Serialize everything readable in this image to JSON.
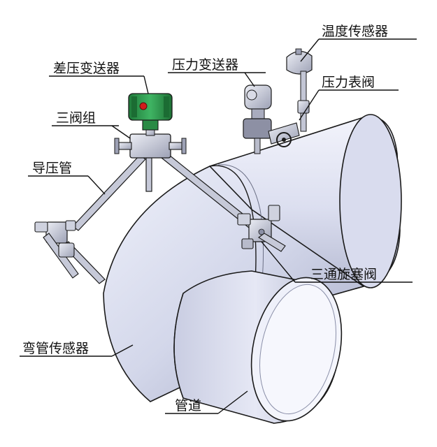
{
  "labels": {
    "temperature_sensor": "温度传感器",
    "dp_transmitter": "差压变送器",
    "pressure_transmitter": "压力变送器",
    "pressure_gauge_valve": "压力表阀",
    "three_valve_manifold": "三阀组",
    "impulse_tube": "导压管",
    "three_way_plug_valve": "三通旋塞阀",
    "elbow_sensor": "弯管传感器",
    "pipeline": "管道"
  },
  "colors": {
    "pipe_light": "#e4e6f4",
    "pipe_mid": "#c7cbe0",
    "pipe_dark": "#9ea3bf",
    "outline": "#1a1a1a",
    "transmitter_green": "#2f9a4f",
    "indicator_red": "#d01c1c",
    "steel": "#b9bccb"
  }
}
